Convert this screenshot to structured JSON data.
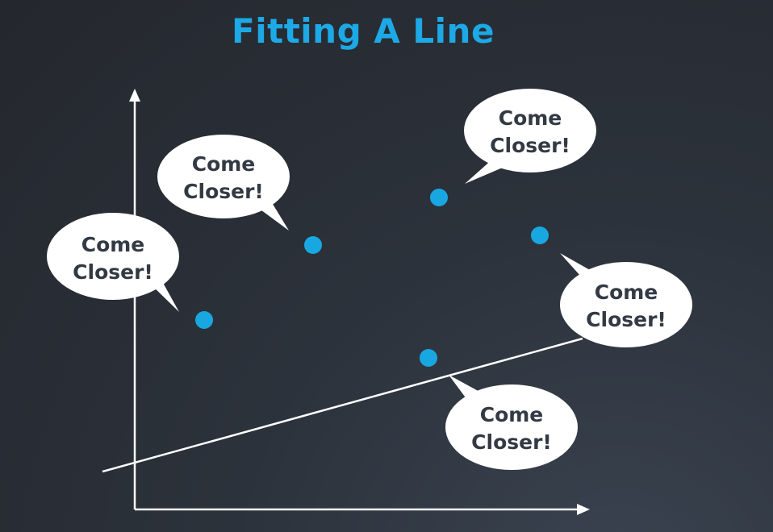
{
  "title": "Fitting A Line",
  "colors": {
    "title": "#1ca9e6",
    "point": "#19a7e2",
    "axis": "#ffffff",
    "bubble_fill": "#ffffff",
    "bubble_text": "#333a44"
  },
  "bubbles": [
    {
      "line1": "Come",
      "line2": "Closer!"
    },
    {
      "line1": "Come",
      "line2": "Closer!"
    },
    {
      "line1": "Come",
      "line2": "Closer!"
    },
    {
      "line1": "Come",
      "line2": "Closer!"
    },
    {
      "line1": "Come",
      "line2": "Closer!"
    }
  ]
}
